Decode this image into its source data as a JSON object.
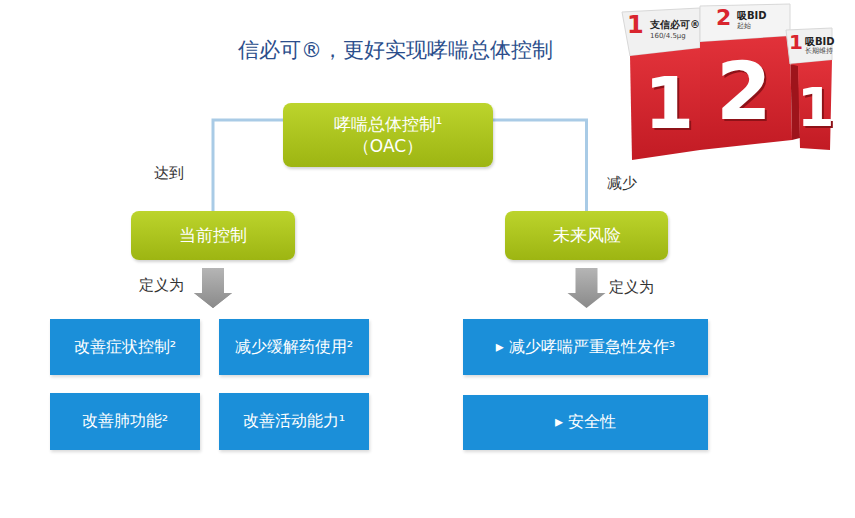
{
  "diagram": {
    "title": "信必可®，更好实现哮喘总体控制",
    "nodes": [
      {
        "text": [
          "哮喘总体控制¹",
          "（OAC）"
        ]
      },
      {
        "text": [
          "当前控制"
        ]
      },
      {
        "text": [
          "未来风险"
        ]
      },
      {
        "text": [
          "改善症状控制²"
        ]
      },
      {
        "text": [
          "减少缓解药使用²"
        ]
      },
      {
        "text": [
          "改善肺功能²"
        ]
      },
      {
        "text": [
          "改善活动能力¹"
        ]
      },
      {
        "text": [
          "▸ 减少哮喘严重急性发作³"
        ]
      },
      {
        "text": [
          "▸ 安全性"
        ]
      }
    ],
    "edges": [
      {
        "from": 0,
        "to": 1,
        "arrow": "none",
        "label": "达到"
      },
      {
        "from": 0,
        "to": 2,
        "arrow": "none",
        "label": "减少"
      },
      {
        "from": 1,
        "to": 3,
        "arrow": "to",
        "label": "定义为"
      },
      {
        "from": 1,
        "to": 4,
        "arrow": "to"
      },
      {
        "from": 2,
        "to": 7,
        "arrow": "to",
        "label": "定义为"
      }
    ],
    "labels": [
      "1",
      "支信必可®",
      "160/4.5μg",
      "2",
      "吸BID",
      "起始",
      "1",
      "吸BID",
      "长期维持",
      "1",
      "2",
      "1"
    ]
  }
}
